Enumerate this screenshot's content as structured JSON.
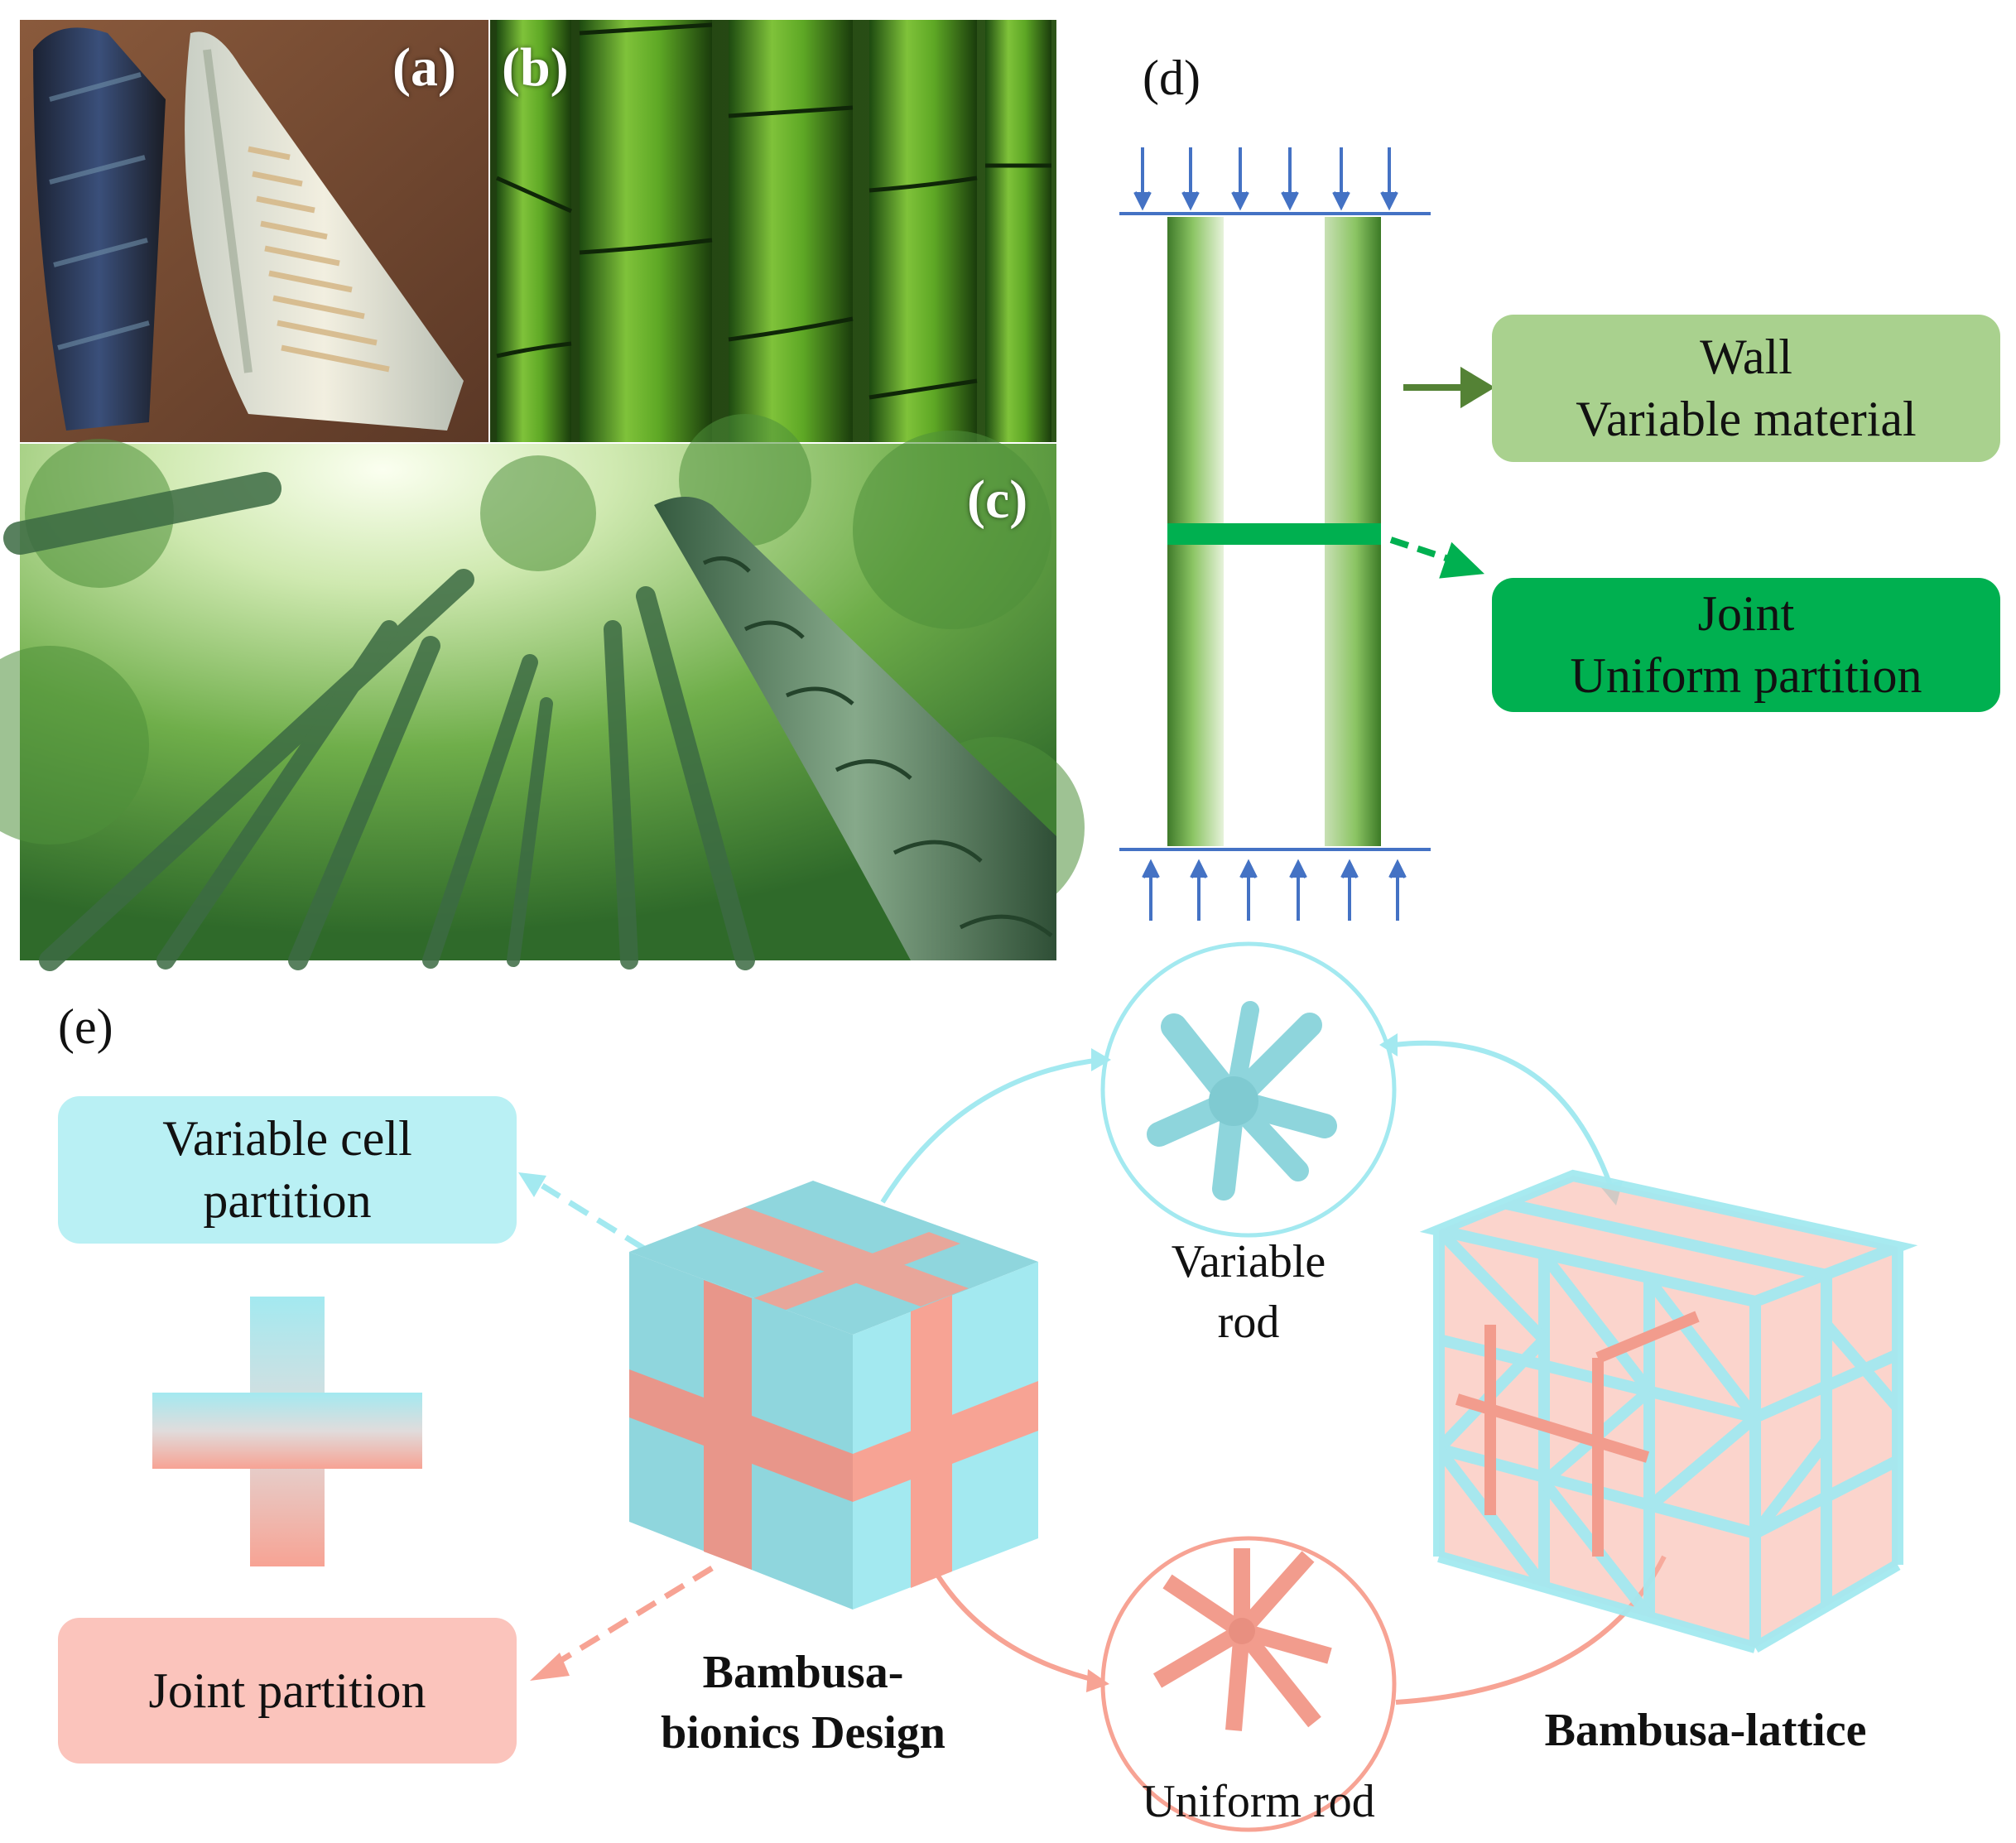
{
  "panels": {
    "a_label": "(a)",
    "b_label": "(b)",
    "c_label": "(c)",
    "d_label": "(d)",
    "e_label": "(e)"
  },
  "panel_d": {
    "wall_box": {
      "line1": "Wall",
      "line2": "Variable material"
    },
    "joint_box": {
      "line1": "Joint",
      "line2": "Uniform partition"
    },
    "colors": {
      "wall": "#a9d18e",
      "joint": "#00b050",
      "arrow_load": "#4472c4"
    }
  },
  "panel_e": {
    "variable_cell_box": {
      "line1": "Variable cell",
      "line2": "partition"
    },
    "joint_partition_box": "Joint partition",
    "bambusa_design": {
      "line1": "Bambusa-",
      "line2": "bionics Design"
    },
    "variable_rod": {
      "line1": "Variable",
      "line2": "rod"
    },
    "uniform_rod": "Uniform rod",
    "bambusa_lattice": "Bambusa-lattice",
    "colors": {
      "cyan": "#a3e9f0",
      "salmon": "#f7a394",
      "cyan_box": "#b9f0f4",
      "salmon_box": "#fbc4bc"
    }
  },
  "photos": {
    "a": "bamboo-shoot-photo",
    "b": "bamboo-stems-photo",
    "c": "bamboo-forest-photo"
  }
}
